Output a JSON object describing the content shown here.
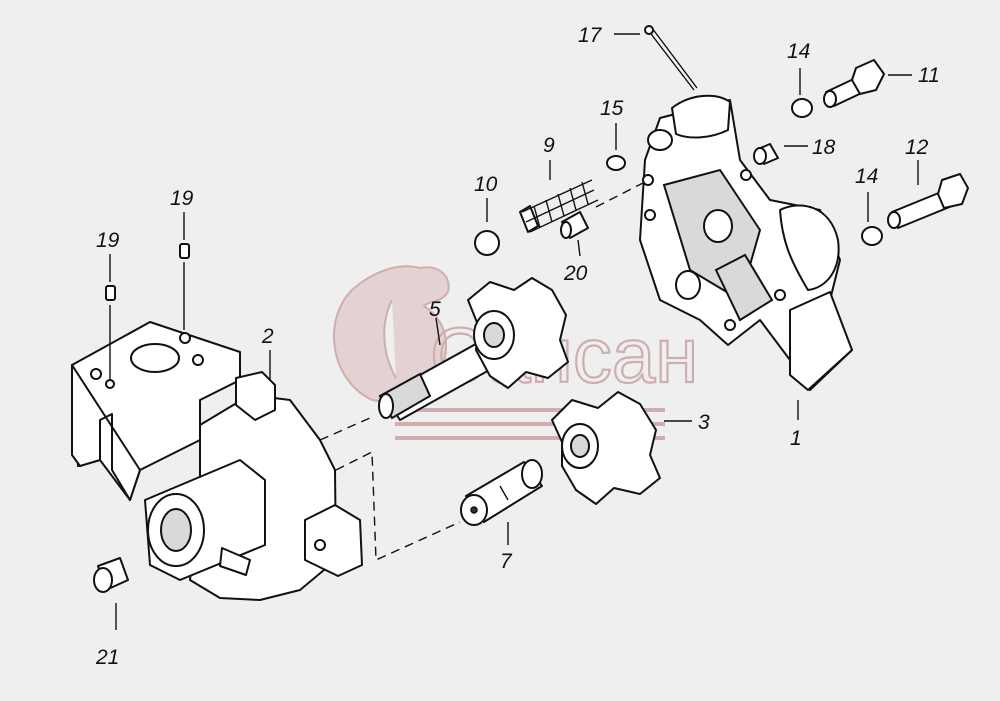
{
  "watermark": {
    "text": "Сапсан",
    "color": "#c9a3a3"
  },
  "callouts": [
    {
      "id": "c1",
      "label": "1"
    },
    {
      "id": "c2",
      "label": "2"
    },
    {
      "id": "c3",
      "label": "3"
    },
    {
      "id": "c5",
      "label": "5"
    },
    {
      "id": "c7",
      "label": "7"
    },
    {
      "id": "c9",
      "label": "9"
    },
    {
      "id": "c10",
      "label": "10"
    },
    {
      "id": "c11",
      "label": "11"
    },
    {
      "id": "c12",
      "label": "12"
    },
    {
      "id": "c14a",
      "label": "14"
    },
    {
      "id": "c14b",
      "label": "14"
    },
    {
      "id": "c15",
      "label": "15"
    },
    {
      "id": "c17",
      "label": "17"
    },
    {
      "id": "c18",
      "label": "18"
    },
    {
      "id": "c19a",
      "label": "19"
    },
    {
      "id": "c19b",
      "label": "19"
    },
    {
      "id": "c20",
      "label": "20"
    },
    {
      "id": "c21",
      "label": "21"
    }
  ]
}
